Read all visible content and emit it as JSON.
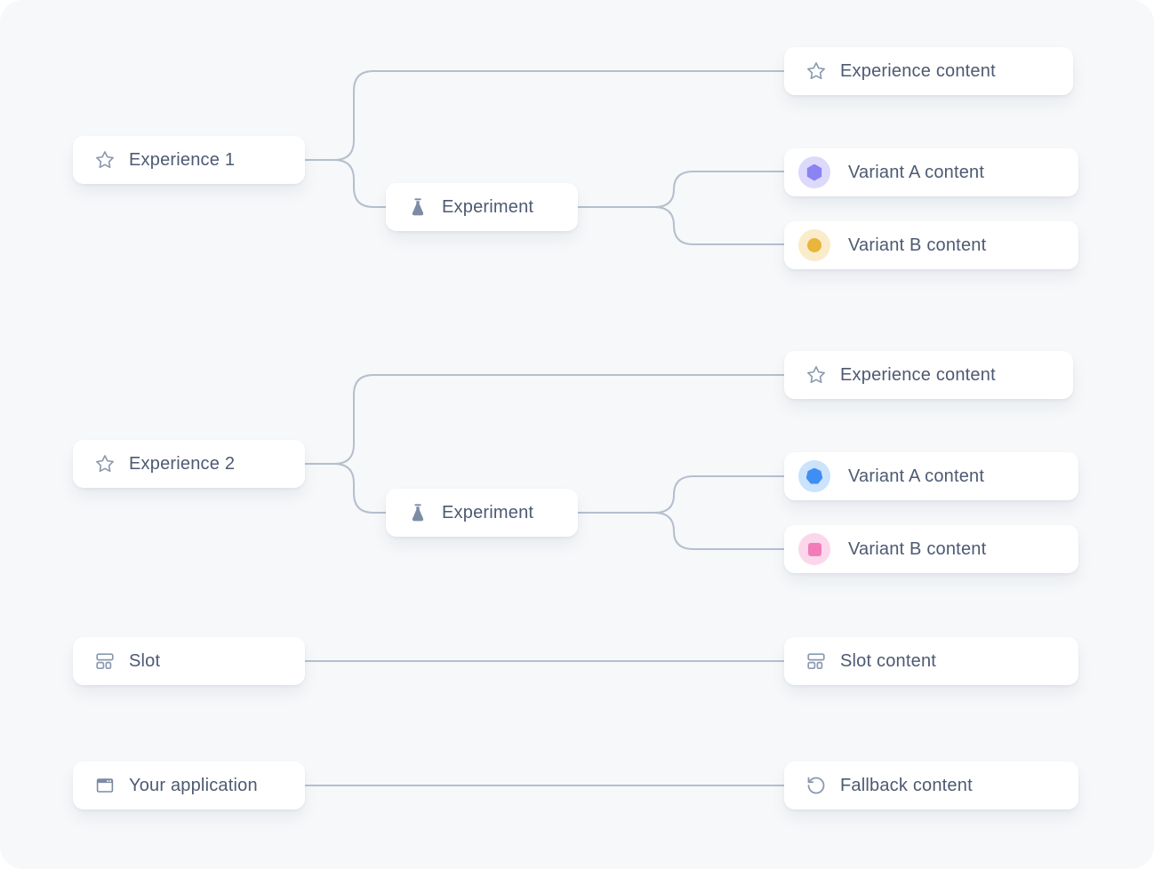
{
  "colors": {
    "canvas-bg": "#f6f8fa",
    "card-bg": "#ffffff",
    "text": "#4d5a72",
    "icon": "#8a99b0",
    "icon-fill": "#7d8ba3",
    "line": "#b5bfce"
  },
  "nodes": {
    "experience1": {
      "label": "Experience 1",
      "icon": "star-icon"
    },
    "experiment1": {
      "label": "Experiment",
      "icon": "flask-icon"
    },
    "experience_content1": {
      "label": "Experience content",
      "icon": "star-icon"
    },
    "variant_a1": {
      "label": "Variant A content",
      "icon": "hexagon-badge-icon",
      "badge_bg": "#dcd9fb",
      "shape_color": "#8b82f3"
    },
    "variant_b1": {
      "label": "Variant B content",
      "icon": "circle-badge-icon",
      "badge_bg": "#faeccb",
      "shape_color": "#e9b53a"
    },
    "experience2": {
      "label": "Experience 2",
      "icon": "star-icon"
    },
    "experiment2": {
      "label": "Experiment",
      "icon": "flask-icon"
    },
    "experience_content2": {
      "label": "Experience content",
      "icon": "star-icon"
    },
    "variant_a2": {
      "label": "Variant A content",
      "icon": "heptagon-badge-icon",
      "badge_bg": "#cbe3fb",
      "shape_color": "#3f8ef3"
    },
    "variant_b2": {
      "label": "Variant B content",
      "icon": "square-badge-icon",
      "badge_bg": "#fcd7eb",
      "shape_color": "#f27cba"
    },
    "slot": {
      "label": "Slot",
      "icon": "slot-layout-icon"
    },
    "slot_content": {
      "label": "Slot content",
      "icon": "slot-layout-icon"
    },
    "application": {
      "label": "Your application",
      "icon": "browser-window-icon"
    },
    "fallback": {
      "label": "Fallback content",
      "icon": "rotate-ccw-icon"
    }
  }
}
